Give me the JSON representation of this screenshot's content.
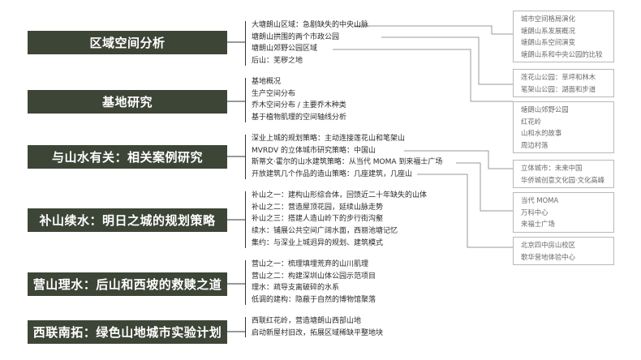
{
  "sections": [
    {
      "title": "区域空间分析",
      "items": [
        "大塘朗山区域：急剧缺失的中央山脉",
        "塘朗山拱围的两个市政公园",
        "塘朗山郊野公园区域",
        "后山：芜秽之地"
      ]
    },
    {
      "title": "基地研究",
      "items": [
        "基地概况",
        "生产空间分布",
        "乔木空间分布 / 主要乔木种类",
        "基于植物肌理的空间轴线分析"
      ]
    },
    {
      "title": "与山水有关：相关案例研究",
      "items": [
        "深业上城的规划策略：主动连接莲花山和笔架山",
        "MVRDV 的立体城市研究策略：中国山",
        "斯蒂文·霍尔的山水建筑策略：从当代 MOMA 到来福士广场",
        "开放建筑几个作品的造山策略：几座建筑，几座山"
      ]
    },
    {
      "title": "补山续水：明日之城的规划策略",
      "items": [
        "补山之一：建构山形综合体，回馈近二十年缺失的山体",
        "补山之二：营造屋顶花园，延续山脉走势",
        "补山之三：搭建人造山岭下的步行街沟壑",
        "续水：铺展公共空间广阔水面，西丽池塘记忆",
        "集约：与深业上城迥异的规划、建筑模式"
      ]
    },
    {
      "title": "营山理水：后山和西坡的救赎之道",
      "items": [
        "营山之一：梳理填埋荒弃的山川肌理",
        "营山之二：构建深圳山体公园示范项目",
        "理水：疏导支离破碎的水系",
        "低调的建构：隐蔽于自然的博物馆聚落"
      ]
    },
    {
      "title": "西联南拓：绿色山地城市实验计划",
      "items": [
        "西联红花岭，营造塘朗山西部山地",
        "启动新屋村旧改，拓展区域稀缺平整地块"
      ]
    }
  ],
  "reference_boxes": [
    {
      "items": [
        "城市空间格局演化",
        "塘朗山系发展概况",
        "塘朗山系空间演变",
        "塘朗山系和中央公园的比较"
      ]
    },
    {
      "items": [
        "莲花山公园：草坪和林木",
        "笔架山公园：湖面和步道"
      ]
    },
    {
      "items": [
        "塘朗山郊野公园",
        "红花岭",
        "山和水的故事",
        "周边村落"
      ]
    },
    {
      "items": [
        "立体城市：未来中国",
        "华侨城创意文化园·文化高峰"
      ]
    },
    {
      "items": [
        "当代 MOMA",
        "万科中心",
        "来福士广场"
      ]
    },
    {
      "items": [
        "北京四中房山校区",
        "歌华营地体验中心"
      ]
    }
  ],
  "colors": {
    "section_bg": "#3d4537",
    "section_text": "#ffffff",
    "connector_dark": "#333333",
    "connector_gray": "#9a9a9a",
    "box_border": "#b8b8b8"
  }
}
